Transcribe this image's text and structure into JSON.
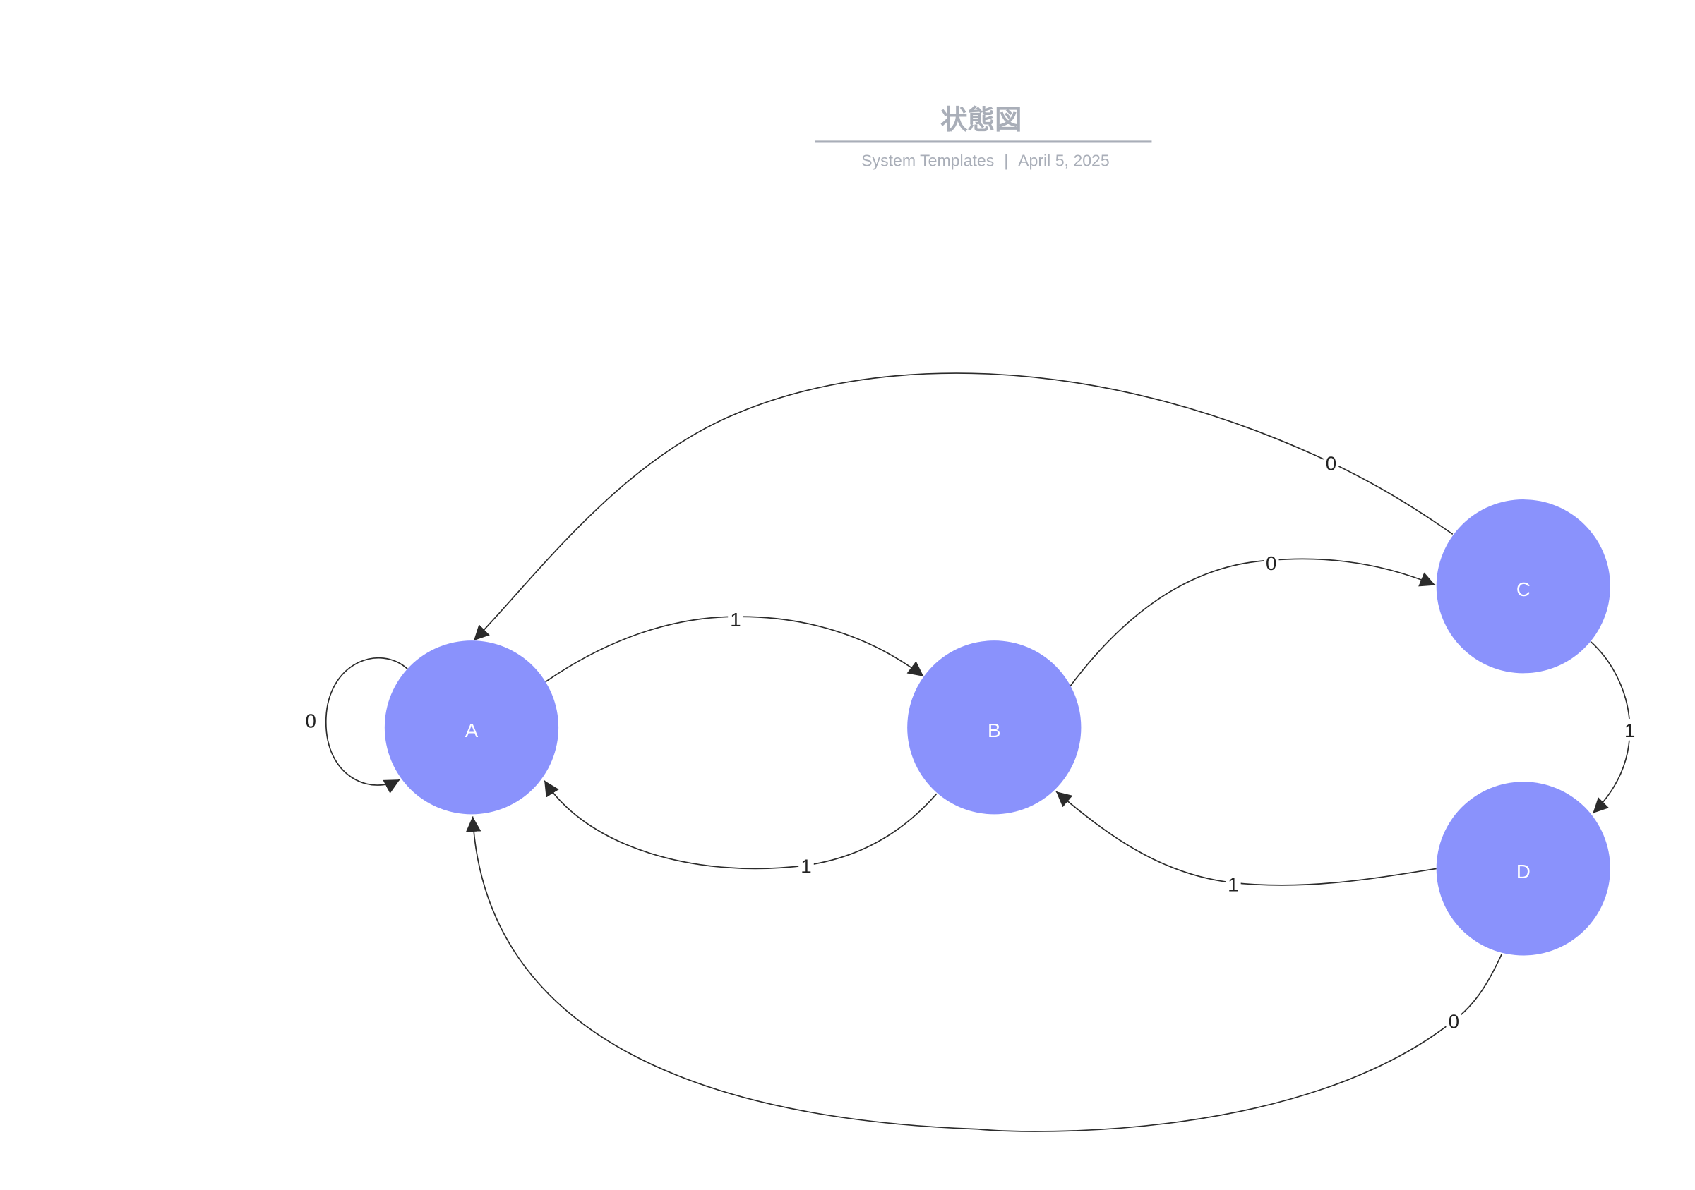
{
  "header": {
    "title": "状態図",
    "subtitle_author": "System Templates",
    "subtitle_separator": "|",
    "subtitle_date": "April 5, 2025"
  },
  "colors": {
    "node_fill": "#8a92fc",
    "edge": "#2b2b2b",
    "title": "#a9aeb8"
  },
  "nodes": [
    {
      "id": "A",
      "label": "A"
    },
    {
      "id": "B",
      "label": "B"
    },
    {
      "id": "C",
      "label": "C"
    },
    {
      "id": "D",
      "label": "D"
    }
  ],
  "edges": [
    {
      "from": "A",
      "to": "A",
      "label": "0"
    },
    {
      "from": "A",
      "to": "B",
      "label": "1"
    },
    {
      "from": "B",
      "to": "A",
      "label": "1"
    },
    {
      "from": "B",
      "to": "C",
      "label": "0"
    },
    {
      "from": "C",
      "to": "A",
      "label": "0"
    },
    {
      "from": "C",
      "to": "D",
      "label": "1"
    },
    {
      "from": "D",
      "to": "B",
      "label": "1"
    },
    {
      "from": "D",
      "to": "A",
      "label": "0"
    }
  ]
}
